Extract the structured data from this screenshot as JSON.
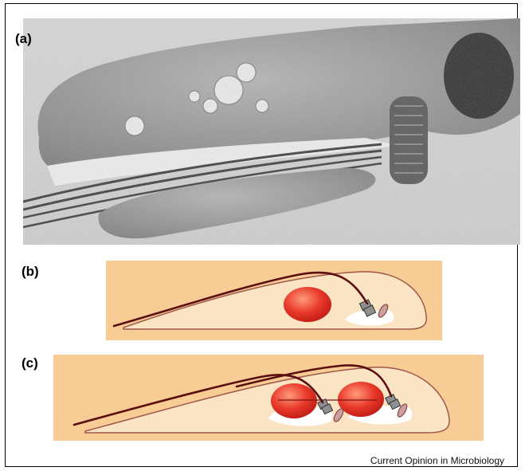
{
  "figure": {
    "panels": [
      {
        "id": "a",
        "label": "(a)",
        "kind": "electron-micrograph"
      },
      {
        "id": "b",
        "label": "(b)",
        "kind": "schematic-single-flagellum"
      },
      {
        "id": "c",
        "label": "(c)",
        "kind": "schematic-dividing-cell"
      }
    ],
    "credit": "Current Opinion in Microbiology",
    "colors": {
      "background_panel": "#f8cc95",
      "cell_body": "#fbe4c4",
      "cell_outline": "#a0584a",
      "flagellum": "#5b0f10",
      "nucleus": "#e8382a",
      "basal_body": "#8f8f8f",
      "kinetoplast": "#8a4040"
    }
  }
}
